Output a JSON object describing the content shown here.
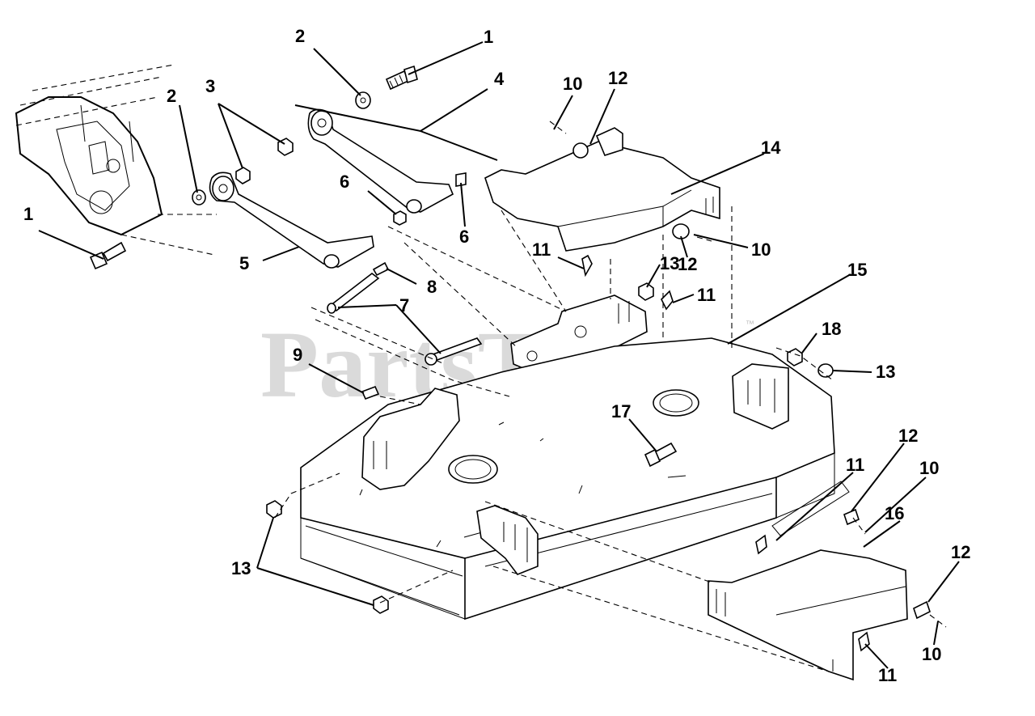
{
  "watermark": {
    "text": "PartsTree",
    "trademark": "™",
    "color": "#bdbdbd"
  },
  "callouts": {
    "c1_top": "1",
    "c2_top": "2",
    "c4": "4",
    "c10_top": "10",
    "c12_top": "12",
    "c2_left": "2",
    "c3": "3",
    "c14": "14",
    "c1_left": "1",
    "c6_a": "6",
    "c6_b": "6",
    "c11_a": "11",
    "c13_a": "13",
    "c12_b": "12",
    "c10_b": "10",
    "c5": "5",
    "c8": "8",
    "c11_b": "11",
    "c15": "15",
    "c7": "7",
    "c18": "18",
    "c9": "9",
    "c13_b": "13",
    "c17": "17",
    "c12_c": "12",
    "c11_c": "11",
    "c10_c": "10",
    "c16": "16",
    "c13_c": "13",
    "c12_d": "12",
    "c10_d": "10",
    "c11_d": "11"
  }
}
